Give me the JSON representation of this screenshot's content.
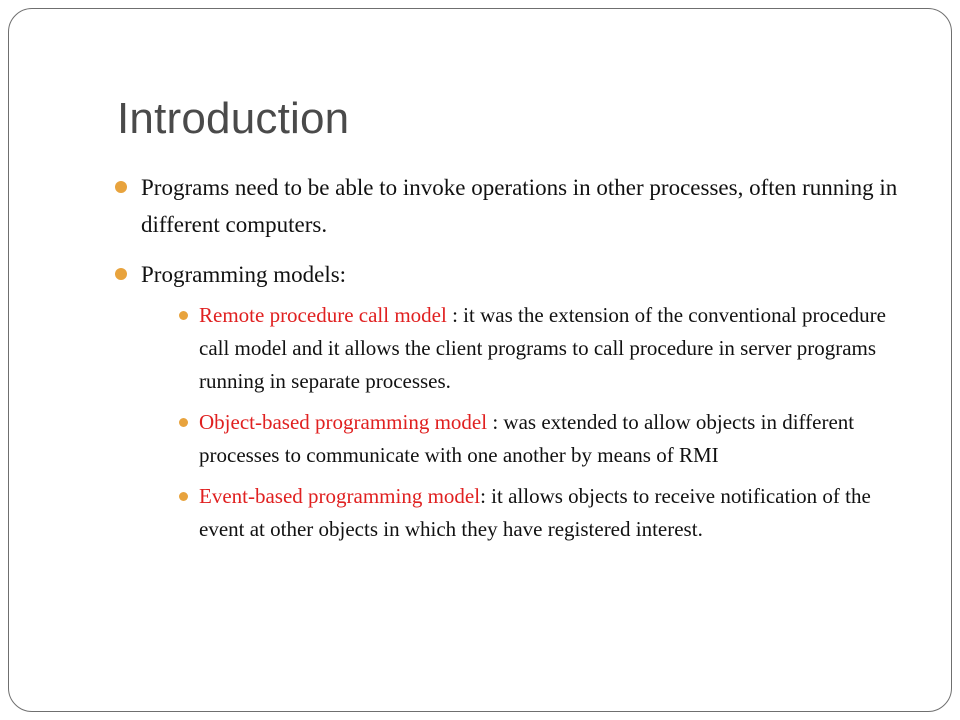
{
  "slide": {
    "title": "Introduction",
    "bullets": [
      {
        "text": "Programs need to be able to invoke operations in other processes, often running in different computers."
      },
      {
        "text": "Programming models:",
        "sub": [
          {
            "term": "Remote procedure call model",
            "rest": " : it was the extension of the conventional procedure call model and it allows the client programs to call procedure in server programs running in separate processes."
          },
          {
            "term": "Object-based programming model",
            "rest": " : was extended to allow objects in different processes to communicate with one another by means of RMI"
          },
          {
            "term": "Event-based programming model",
            "rest": ": it allows objects to receive notification of the event at other objects in which they have registered interest."
          }
        ]
      }
    ]
  },
  "colors": {
    "bullet": "#e8a33d",
    "term": "#e02020",
    "title": "#4a4a4a"
  }
}
